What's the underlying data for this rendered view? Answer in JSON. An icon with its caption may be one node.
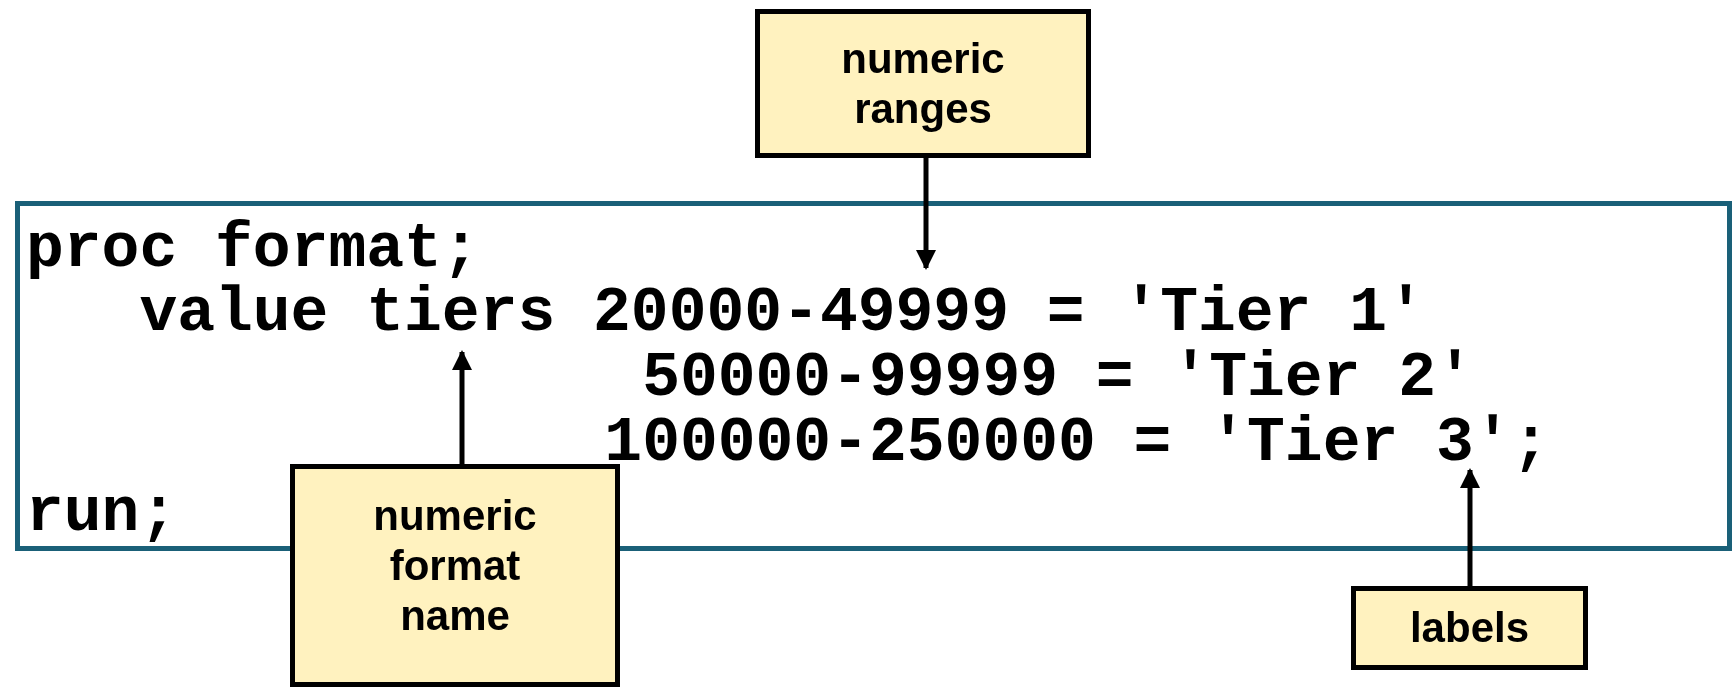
{
  "diagram": {
    "nodes": [
      {
        "text": [
          "numeric ranges"
        ]
      },
      {
        "text": [
          "proc format;",
          "value tiers 20000-49999 = 'Tier 1'",
          "50000-99999 = 'Tier 2'",
          "100000-250000 = 'Tier 3';",
          "run;"
        ]
      },
      {
        "text": [
          "numeric format name"
        ]
      },
      {
        "text": [
          "labels"
        ]
      }
    ],
    "edges": [
      {
        "from": 0,
        "to": 1,
        "arrow": "to"
      },
      {
        "from": 2,
        "to": 1,
        "arrow": "to"
      },
      {
        "from": 3,
        "to": 1,
        "arrow": "to"
      }
    ]
  }
}
